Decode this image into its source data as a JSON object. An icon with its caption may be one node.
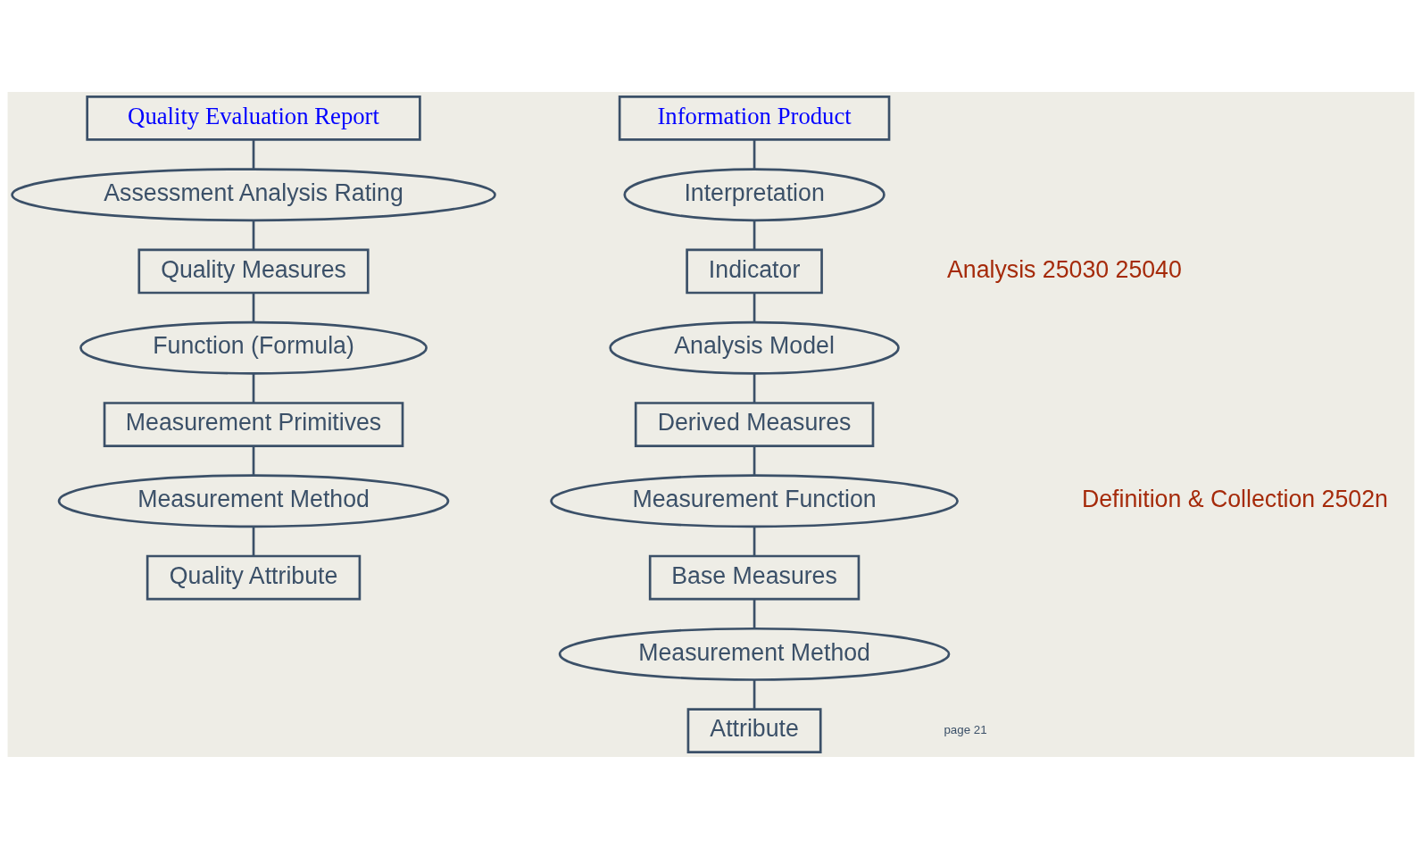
{
  "diagram": {
    "nodes": [
      {
        "text": [
          "Quality Evaluation Report"
        ]
      },
      {
        "text": [
          "Assessment Analysis Rating"
        ]
      },
      {
        "text": [
          "Quality Measures"
        ]
      },
      {
        "text": [
          "Function (Formula)"
        ]
      },
      {
        "text": [
          "Measurement Primitives"
        ]
      },
      {
        "text": [
          "Measurement Method"
        ]
      },
      {
        "text": [
          "Quality Attribute"
        ]
      },
      {
        "text": [
          "Information Product"
        ]
      },
      {
        "text": [
          "Interpretation"
        ]
      },
      {
        "text": [
          "Indicator"
        ]
      },
      {
        "text": [
          "Analysis Model"
        ]
      },
      {
        "text": [
          "Derived Measures"
        ]
      },
      {
        "text": [
          "Measurement Function"
        ]
      },
      {
        "text": [
          "Base Measures"
        ]
      },
      {
        "text": [
          "Measurement Method"
        ]
      },
      {
        "text": [
          "Attribute"
        ]
      }
    ],
    "edges": [
      {
        "from": 0,
        "to": 1,
        "arrow": "none"
      },
      {
        "from": 1,
        "to": 2,
        "arrow": "none"
      },
      {
        "from": 2,
        "to": 3,
        "arrow": "none"
      },
      {
        "from": 3,
        "to": 4,
        "arrow": "none"
      },
      {
        "from": 4,
        "to": 5,
        "arrow": "none"
      },
      {
        "from": 5,
        "to": 6,
        "arrow": "none"
      },
      {
        "from": 7,
        "to": 8,
        "arrow": "none"
      },
      {
        "from": 8,
        "to": 9,
        "arrow": "none"
      },
      {
        "from": 9,
        "to": 10,
        "arrow": "none"
      },
      {
        "from": 10,
        "to": 11,
        "arrow": "none"
      },
      {
        "from": 11,
        "to": 12,
        "arrow": "none"
      },
      {
        "from": 12,
        "to": 13,
        "arrow": "none"
      },
      {
        "from": 13,
        "to": 14,
        "arrow": "none"
      },
      {
        "from": 14,
        "to": 15,
        "arrow": "none"
      }
    ],
    "labels": [
      "Analysis 25030 25040",
      "Definition & Collection 2502n",
      "page 21"
    ]
  }
}
